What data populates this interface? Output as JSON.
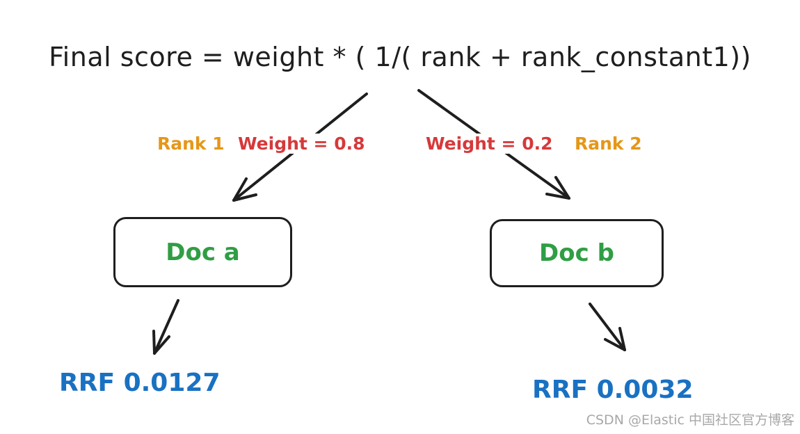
{
  "formula": "Final score = weight * ( 1/( rank + rank_constant1))",
  "left_branch": {
    "rank_label": "Rank 1",
    "weight_label": "Weight = 0.8",
    "doc_label": "Doc a",
    "rrf_label": "RRF 0.0127"
  },
  "right_branch": {
    "weight_label": "Weight = 0.2",
    "rank_label": "Rank 2",
    "doc_label": "Doc b",
    "rrf_label": "RRF 0.0032"
  },
  "watermark": "CSDN @Elastic 中国社区官方博客",
  "colors": {
    "ink": "#1e1e1e",
    "rank": "#e59718",
    "weight": "#d6393a",
    "doc": "#2f9e44",
    "rrf": "#1971c2",
    "watermark": "#a8a8a8"
  }
}
